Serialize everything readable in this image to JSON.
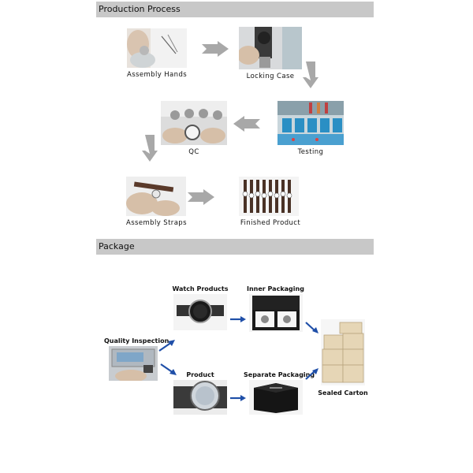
{
  "sections": {
    "production_title": "Production Process",
    "package_title": "Package"
  },
  "production": {
    "assembly_hands": "Assembly Hands",
    "locking_case": "Locking Case",
    "testing": "Testing",
    "qc": "QC",
    "assembly_straps": "Assembly Straps",
    "finished_product": "Finished Product"
  },
  "package": {
    "quality_inspection": "Quality Inspection",
    "watch_products": "Watch Products",
    "inner_packaging": "Inner Packaging",
    "product": "Product",
    "separate_packaging": "Separate Packaging",
    "sealed_carton": "Sealed Carton"
  },
  "colors": {
    "header_bg": "#c8c8c8",
    "gray_arrow": "#a8a8a8",
    "blue_arrow": "#1f4fa8"
  }
}
